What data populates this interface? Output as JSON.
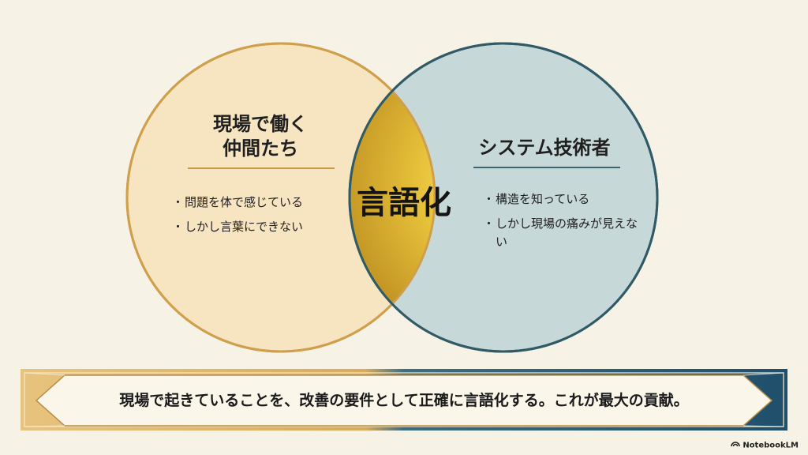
{
  "left_group": {
    "title_line1": "現場で働く",
    "title_line2": "仲間たち",
    "bullets": [
      "問題を体で感じている",
      "しかし言葉にできない"
    ]
  },
  "right_group": {
    "title": "システム技術者",
    "bullets": [
      "構造を知っている",
      "しかし現場の痛みが見えない"
    ]
  },
  "intersection": {
    "label": "言語化"
  },
  "banner": {
    "text": "現場で起きていることを、改善の要件として正確に言語化する。これが最大の貢献。"
  },
  "branding": {
    "text": "NotebookLM",
    "icon": "notebooklm-logo-icon"
  },
  "colors": {
    "background": "#f7f2e6",
    "left_fill": "#f7e4c0",
    "left_stroke": "#cf9f4c",
    "right_fill": "#c7d8d9",
    "right_stroke": "#2f5a66",
    "intersection_gold": "#e8c23a",
    "banner_gold": "#e3bb6e",
    "banner_navy": "#1f4f6b"
  }
}
